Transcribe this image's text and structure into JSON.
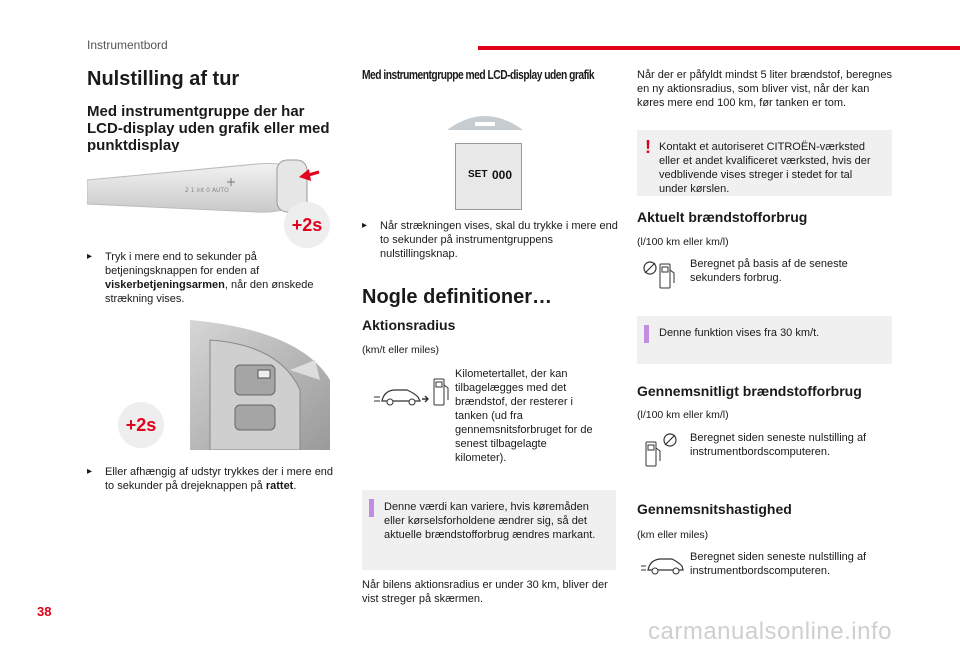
{
  "header": {
    "section": "Instrumentbord"
  },
  "page_number": "38",
  "watermark": "carmanualsonline.info",
  "col1": {
    "title": "Nulstilling af tur",
    "subtitle": "Med instrumentgruppe der har LCD-display uden grafik eller med punktdisplay",
    "badge1": "+2s",
    "bullet1_pre": "Tryk i mere end to sekunder på betjeningsknappen for enden af ",
    "bullet1_bold": "viskerbetjeningsarmen",
    "bullet1_post": ", når den ønskede strækning vises.",
    "badge2": "+2s",
    "bullet2_pre": "Eller afhængig af udstyr trykkes der i mere end to sekunder på drejeknappen på ",
    "bullet2_bold": "rattet",
    "bullet2_post": "."
  },
  "col2": {
    "title": "Med instrumentgruppe med LCD-display uden grafik",
    "display_set": "SET",
    "display_value": "000",
    "bullet1": "Når strækningen vises, skal du trykke i mere end to sekunder på instrumentgruppens nulstillingsknap.",
    "section_title": "Nogle definitioner…",
    "range_title": "Aktionsradius",
    "range_unit": "(km/t eller miles)",
    "range_desc": "Kilometertallet, der kan tilbagelægges med det brændstof, der resterer i tanken (ud fra gennemsnitsforbruget for de senest tilbagelagte kilometer).",
    "range_info": "Denne værdi kan variere, hvis køremåden eller kørselsforholdene ændrer sig, så det aktuelle brændstofforbrug ændres markant.",
    "range_low": "Når bilens aktionsradius er under 30 km, bliver der vist streger på skærmen."
  },
  "col3": {
    "intro": "Når der er påfyldt mindst 5 liter brændstof, beregnes en ny aktionsradius, som bliver vist, når der kan køres mere end 100 km, før tanken er tom.",
    "warn": "Kontakt et autoriseret CITROËN-værksted eller et andet kvalificeret værksted, hvis der vedblivende vises streger i stedet for tal under kørslen.",
    "current_title": "Aktuelt brændstofforbrug",
    "current_unit": "(l/100 km eller km/l)",
    "current_desc": "Beregnet på basis af de seneste sekunders forbrug.",
    "current_info": "Denne funktion vises fra 30 km/t.",
    "avg_title": "Gennemsnitligt brændstofforbrug",
    "avg_unit": "(l/100 km eller km/l)",
    "avg_desc": "Beregnet siden seneste nulstilling af instrumentbordscomputeren.",
    "speed_title": "Gennemsnitshastighed",
    "speed_unit": "(km eller miles)",
    "speed_desc": "Beregnet siden seneste nulstilling af instrumentbordscomputeren."
  },
  "colors": {
    "accent": "#e2001a",
    "info_bar": "#c08de2",
    "box_bg": "#f0f0f0"
  }
}
